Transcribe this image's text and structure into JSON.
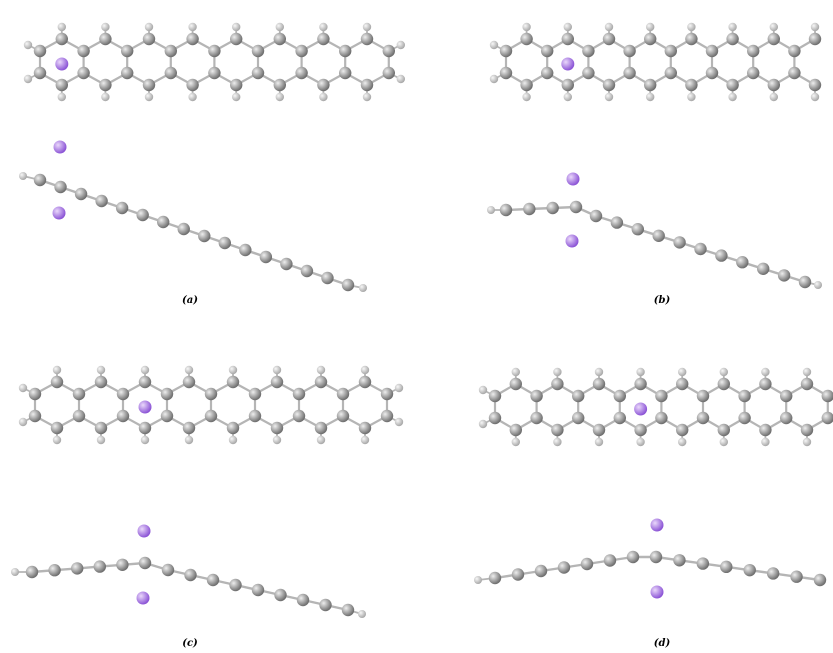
{
  "panels": [
    {
      "label": "(a)",
      "ring_count": 8,
      "li_above_ring": 1,
      "side_view_bend_ring": 0
    },
    {
      "label": "(b)",
      "ring_count": 8,
      "li_above_ring": 2,
      "side_view_bend_ring": 2
    },
    {
      "label": "(c)",
      "ring_count": 8,
      "li_above_ring": 3,
      "side_view_bend_ring": 3
    },
    {
      "label": "(d)",
      "ring_count": 8,
      "li_above_ring": 4,
      "side_view_bend_ring": 4
    }
  ],
  "colors": {
    "carbon": "#8a8a8a",
    "carbon_highlight": "#e6e6e6",
    "hydrogen": "#bdbdbd",
    "hydrogen_highlight": "#f5f5f5",
    "lithium": "#a06be0",
    "lithium_highlight": "#e3cdf8",
    "bond": "#b5b5b5"
  }
}
